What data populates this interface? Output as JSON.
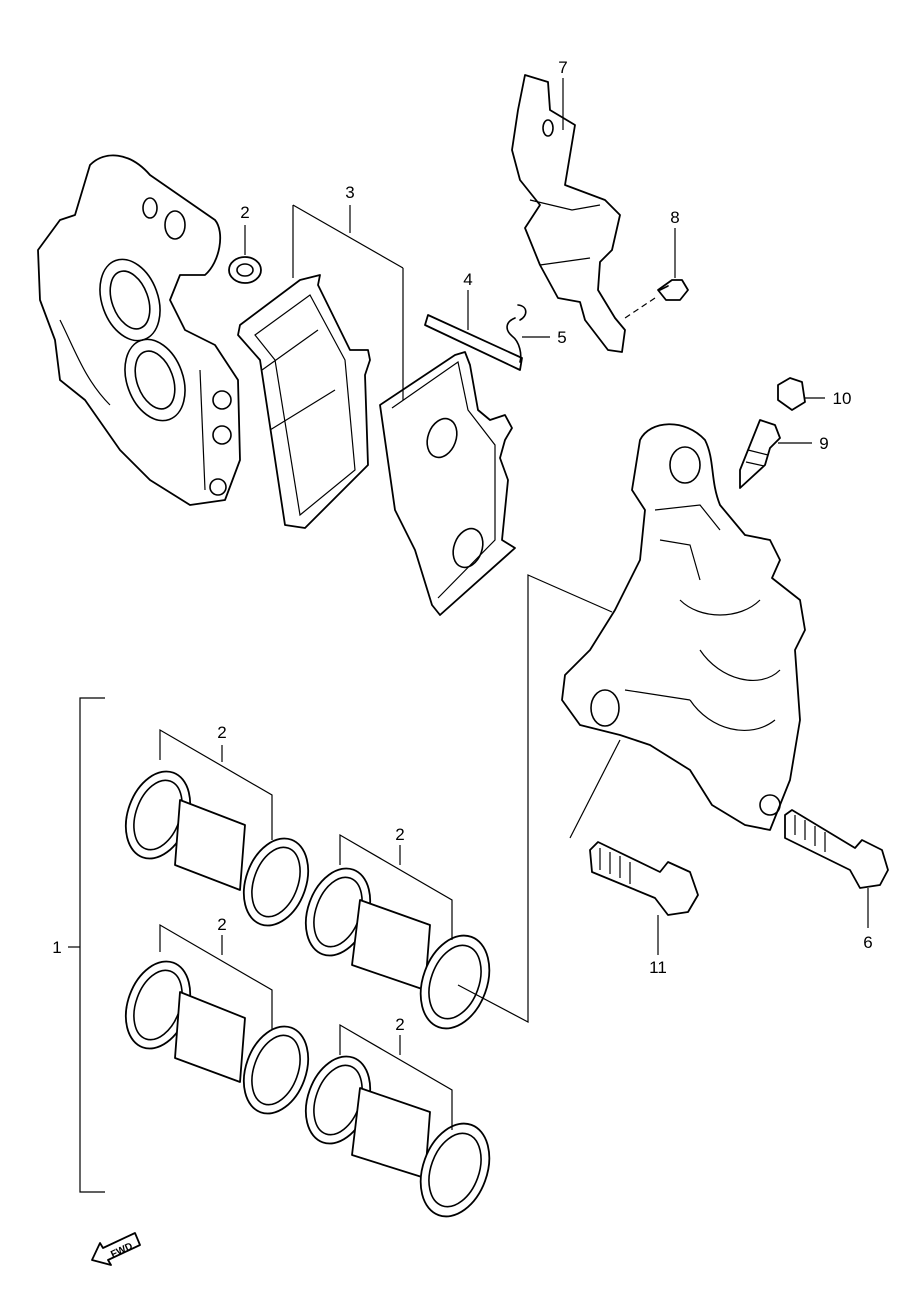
{
  "callouts": {
    "c1": "1",
    "c2a": "2",
    "c2b": "2",
    "c2c": "2",
    "c2d": "2",
    "c2e": "2",
    "c3": "3",
    "c4": "4",
    "c5": "5",
    "c6": "6",
    "c7": "7",
    "c8": "8",
    "c9": "9",
    "c10": "10",
    "c11": "11"
  },
  "direction_arrow": {
    "label": "FWD",
    "icon": "forward-arrow-icon"
  }
}
